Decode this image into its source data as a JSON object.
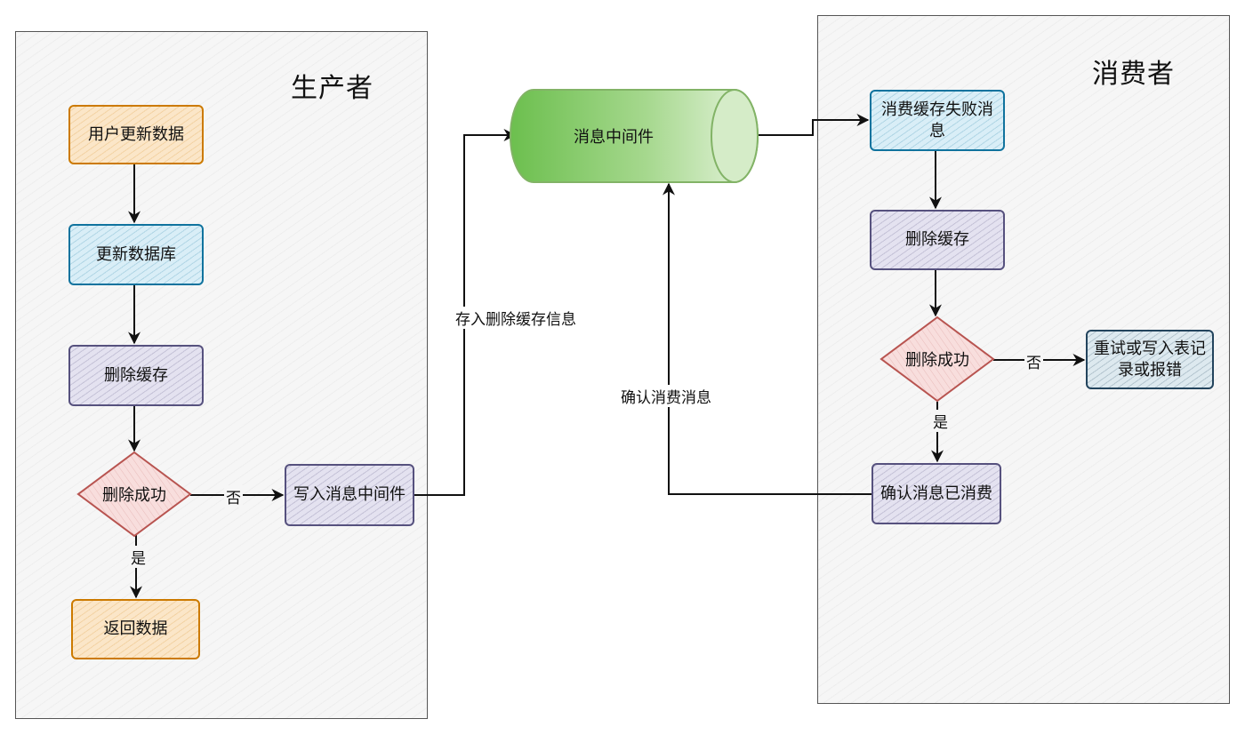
{
  "producer": {
    "title": "生产者",
    "nodes": {
      "user_update": "用户更新数据",
      "update_db": "更新数据库",
      "delete_cache": "删除缓存",
      "delete_success": "删除成功",
      "write_mq": "写入消息中间件",
      "return_data": "返回数据"
    },
    "labels": {
      "no": "否",
      "yes": "是"
    }
  },
  "middleware": {
    "label": "消息中间件",
    "store_label": "存入删除缓存信息",
    "confirm_label": "确认消费消息"
  },
  "consumer": {
    "title": "消费者",
    "nodes": {
      "consume_msg": "消费缓存失败消息",
      "delete_cache": "删除缓存",
      "delete_success": "删除成功",
      "retry": "重试或写入表记录或报错",
      "confirm": "确认消息已消费"
    },
    "labels": {
      "no": "否",
      "yes": "是"
    }
  },
  "colors": {
    "orange": "#cc7a00",
    "blue": "#10739e",
    "purple": "#56517e",
    "red": "#b85450",
    "green": "#82b366",
    "teal": "#23445d"
  }
}
